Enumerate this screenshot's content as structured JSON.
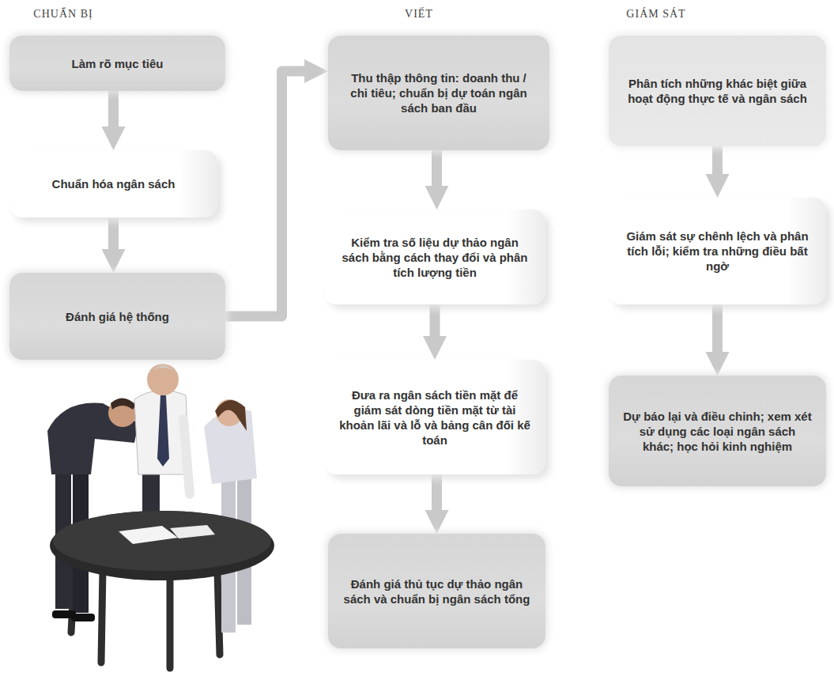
{
  "diagram": {
    "nodes": [
      {
        "text": [
          "Làm rõ mục tiêu"
        ]
      },
      {
        "text": [
          "Chuẩn hóa ngân sách"
        ]
      },
      {
        "text": [
          "Đánh giá hệ thống"
        ]
      },
      {
        "text": [
          "Thu thập thông tin: doanh thu / chi tiêu; chuẩn bị dự toán ngân sách ban đầu"
        ]
      },
      {
        "text": [
          "Kiểm tra số liệu dự thảo ngân sách bằng cách thay đổi và phân tích lượng tiền"
        ]
      },
      {
        "text": [
          "Đưa ra ngân sách tiền mặt để giám sát dòng tiền mặt từ tài khoản lãi và lỗ và bảng cân đối kế toán"
        ]
      },
      {
        "text": [
          "Đánh giá thủ tục dự thảo ngân sách và chuẩn bị ngân sách tổng"
        ]
      },
      {
        "text": [
          "Phân tích những khác biệt giữa hoạt động thực tế và ngân sách"
        ]
      },
      {
        "text": [
          "Giám sát sự chênh lệch và phân tích lỗi; kiểm tra những điều bất ngờ"
        ]
      },
      {
        "text": [
          "Dự báo lại và điều chỉnh; xem xét sử dụng các loại ngân sách khác; học hỏi kinh nghiệm"
        ]
      }
    ],
    "edges": [
      {
        "from": 0,
        "to": 1,
        "arrow": "to"
      },
      {
        "from": 1,
        "to": 2,
        "arrow": "to"
      },
      {
        "from": 2,
        "to": 3,
        "arrow": "to"
      },
      {
        "from": 3,
        "to": 4,
        "arrow": "to"
      },
      {
        "from": 4,
        "to": 5,
        "arrow": "to"
      },
      {
        "from": 5,
        "to": 6,
        "arrow": "to"
      },
      {
        "from": 7,
        "to": 8,
        "arrow": "to"
      },
      {
        "from": 8,
        "to": 9,
        "arrow": "to"
      }
    ],
    "labels": [
      "CHUẨN BỊ",
      "VIẾT",
      "GIÁM SÁT"
    ]
  }
}
